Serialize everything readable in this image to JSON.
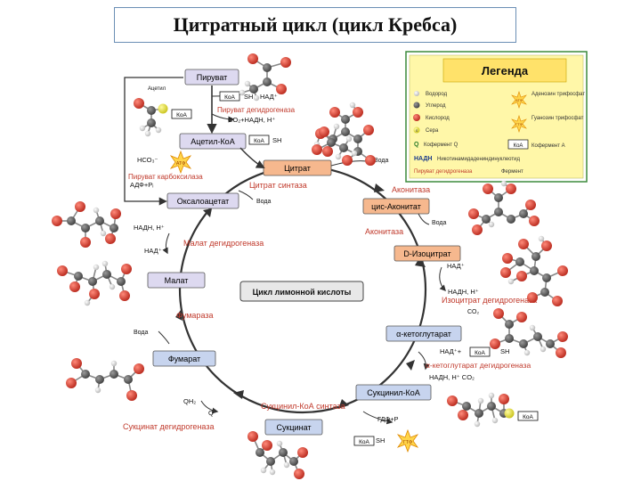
{
  "title": "Цитратный цикл (цикл Кребса)",
  "center_label": "Цикл лимонной кислоты",
  "legend": {
    "title": "Легенда",
    "items": [
      "Водород",
      "Углерод",
      "Кислород",
      "Сера",
      "Аденозин трифосфат",
      "Гуанозин трифосфат",
      "Кофермент Q",
      "Кофермент А",
      "Никотинамидадениндинуклеотид",
      "Пируват дегидрогеназа",
      "Фермент"
    ],
    "coa_box": "КоА",
    "q_symbol": "Q",
    "nadh_symbol": "НАДН",
    "atp_badge": "АТФ",
    "gtp_badge": "ГТФ",
    "sulfur_badge": "S"
  },
  "metabolites": {
    "pyruvate": "Пируват",
    "acetyl_coa": "Ацетил-КоА",
    "citrate": "Цитрат",
    "cis_aconitate": "цис-Аконитат",
    "d_isocitrate": "D-Изоцитрат",
    "alpha_ketoglutarate": "α-кетоглутарат",
    "succinyl_coa": "Сукцинил-КоА",
    "succinate": "Сукцинат",
    "fumarate": "Фумарат",
    "malate": "Малат",
    "oxaloacetate": "Оксалоацетат"
  },
  "enzymes": {
    "pyruvate_dehydrogenase": "Пируват дегидрогеназа",
    "pyruvate_carboxylase": "Пируват карбоксилаза",
    "citrate_synthase": "Цитрат синтаза",
    "aconitase_1": "Аконитаза",
    "aconitase_2": "Аконитаза",
    "isocitrate_dehydrogenase": "Изоцитрат дегидрогеназа",
    "akg_dehydrogenase": "α-кетоглутарат дегидрогеназа",
    "succinyl_coa_synthase": "Сукцинил-КоА синтаза",
    "succinate_dehydrogenase": "Сукцинат дегидрогеназа",
    "fumarase": "Фумараза",
    "malate_dehydrogenase": "Малат дегидрогеназа"
  },
  "cofactors": {
    "acetyl_label": "Ацетил",
    "coa": "КоА",
    "sh": "SH",
    "coa_sh": "КоА-SH",
    "nad_plus": "НАД⁺",
    "nadh_h": "НАДН, Н⁺",
    "co2": "CO₂",
    "co2_nadh": "CO₂+НАДН, Н⁺",
    "hco3": "НСО₃⁻",
    "adp_pi": "АДФ+Рᵢ",
    "atp": "АТФ",
    "gtp": "ГТФ",
    "gdp_p": "ГДФ+Р",
    "water": "Вода",
    "q": "Q",
    "qh2": "QH₂",
    "nad_plus_akg": "НАД⁺+",
    "nadh_co2": "НАДН, Н⁺ CO₂"
  },
  "colors": {
    "box_fill": "#ddd9f0",
    "orange_box": "#f6b88e",
    "blue_box": "#c7d4ee",
    "enzyme_text": "#c0392b",
    "arrow": "#333333",
    "oxygen": "#d6382b",
    "carbon": "#5a5a5a",
    "hydrogen": "#cfcfcf",
    "sulfur": "#e8e23a",
    "legend_bg": "#fff7a8",
    "legend_border": "#3c8a3c"
  }
}
